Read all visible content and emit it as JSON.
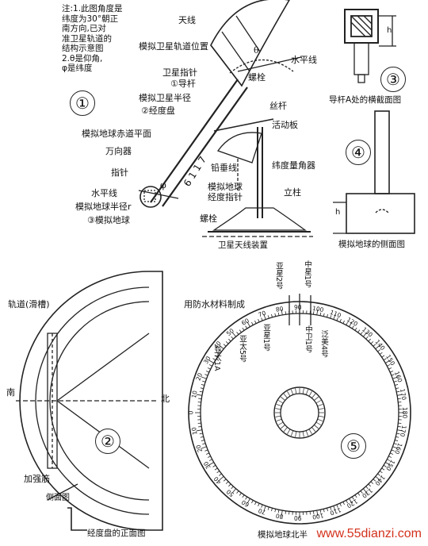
{
  "note": {
    "lines": [
      "注:1.此图角度是",
      "纬度为30°朝正",
      "南方向,已对",
      "准卫星轨道的",
      "结构示意图",
      "2.θ是仰角,",
      "φ是纬度"
    ]
  },
  "panel1": {
    "number": "①",
    "labels": {
      "antenna": "天线",
      "sim_orbit": "模拟卫星轨道位置",
      "horizontal_line": "水平线",
      "sat_pointer": "卫星指针",
      "guide_rod": "①导杆",
      "bolt_top": "螺栓",
      "sim_sat_radius": "模拟卫星半径",
      "wire_rod": "丝杆",
      "longitude_disk": "②经度盘",
      "movable_plate": "活动板",
      "sim_equator_plane": "模拟地球赤道平面",
      "compass": "万向器",
      "pointer": "指针",
      "plumb_line": "铅垂线",
      "latitude_protractor": "纬度量角器",
      "horizontal_line2": "水平线",
      "sim_earth_lon_pointer": [
        "模拟地球",
        "经度指针"
      ],
      "sim_earth_radius": "模拟地球半径r",
      "sim_earth": "③模拟地球",
      "column": "立柱",
      "bolt_bottom": "螺栓",
      "rod_value": "6 1 1 7",
      "theta": "θ",
      "phi": "φ",
      "caption": "卫星天线装置"
    }
  },
  "panel3": {
    "number": "③",
    "label_h": "h",
    "caption": "导杆A处的横截面图"
  },
  "panel4": {
    "number": "④",
    "label_h": "h",
    "caption": "模拟地球的侧面图"
  },
  "panel2": {
    "number": "②",
    "labels": {
      "track": "轨道(滑槽)",
      "south": "南",
      "north": "北",
      "rib": "加强筋",
      "side_view": "侧面图",
      "caption": "经度盘的正面图"
    }
  },
  "panel5": {
    "number": "⑤",
    "labels": {
      "material": "用防水材料制成",
      "caption": "模拟地球北半",
      "sats": [
        "亚星2号",
        "中星1号",
        "亚星1号",
        "亚太5号",
        "亚太1A",
        "中卫1号",
        "泛美4号"
      ]
    },
    "scale_ticks": [
      "90",
      "100",
      "110",
      "120",
      "130",
      "140",
      "150",
      "160",
      "170",
      "180",
      "170",
      "160",
      "150",
      "140",
      "130",
      "120",
      "110",
      "100",
      "90",
      "80",
      "70",
      "60",
      "50",
      "40",
      "30",
      "20",
      "10",
      "0",
      "10",
      "20",
      "30",
      "40",
      "50",
      "60",
      "70",
      "80"
    ]
  },
  "site": "www.55dianzi.com"
}
